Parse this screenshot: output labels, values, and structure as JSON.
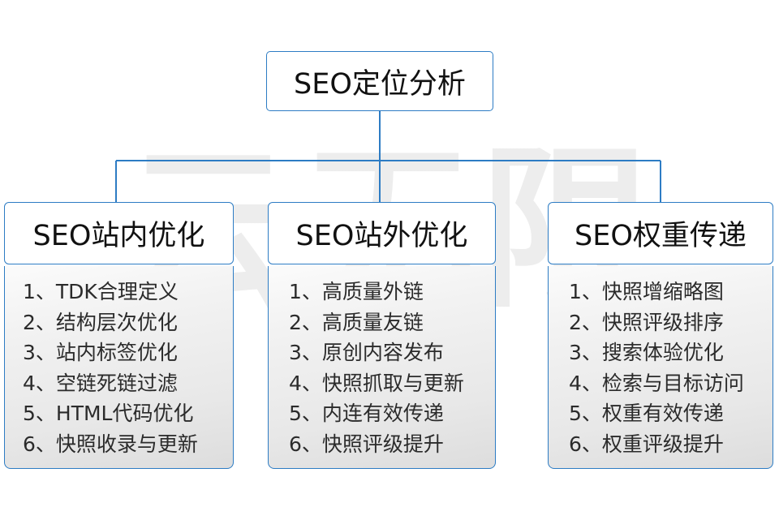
{
  "diagram": {
    "root": {
      "label": "SEO定位分析"
    },
    "watermark_text": "云无限",
    "accent_color": "#2d7cc4",
    "columns": [
      {
        "header": "SEO站内优化",
        "items": [
          "1、TDK合理定义",
          "2、结构层次优化",
          "3、站内标签优化",
          "4、空链死链过滤",
          "5、HTML代码优化",
          "6、快照收录与更新"
        ]
      },
      {
        "header": "SEO站外优化",
        "items": [
          "1、高质量外链",
          "2、高质量友链",
          "3、原创内容发布",
          "4、快照抓取与更新",
          "5、内连有效传递",
          "6、快照评级提升"
        ]
      },
      {
        "header": "SEO权重传递",
        "items": [
          "1、快照增缩略图",
          "2、快照评级排序",
          "3、搜索体验优化",
          "4、检索与目标访问",
          "5、权重有效传递",
          "6、权重评级提升"
        ]
      }
    ]
  }
}
